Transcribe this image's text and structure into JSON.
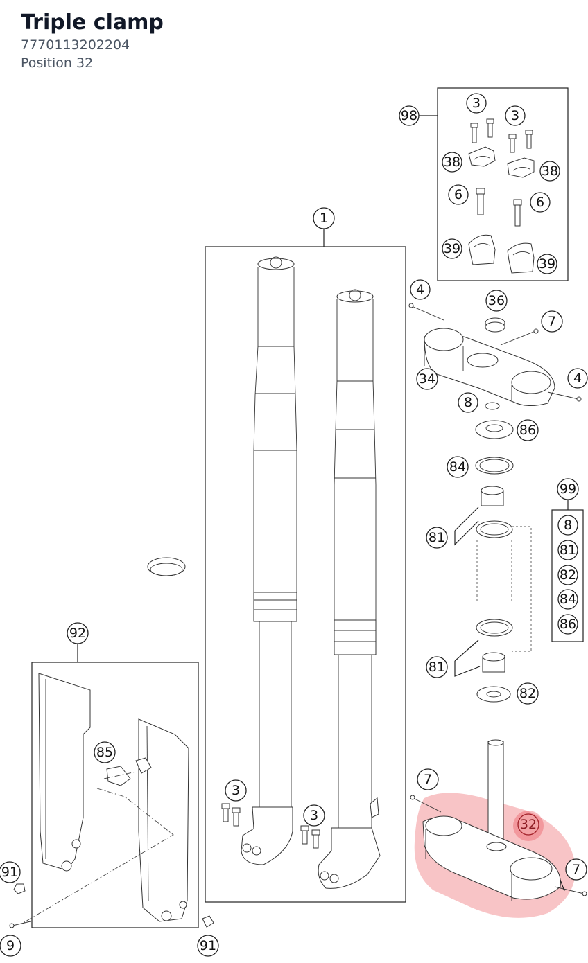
{
  "header": {
    "title": "Triple clamp",
    "part_number": "7770113202204",
    "position": "Position 32"
  },
  "highlight_color": "#e8474f",
  "callouts": {
    "c98": "98",
    "c3a": "3",
    "c3b": "3",
    "c38a": "38",
    "c38b": "38",
    "c6a": "6",
    "c6b": "6",
    "c39a": "39",
    "c39b": "39",
    "c1": "1",
    "c4a": "4",
    "c36": "36",
    "c7a": "7",
    "c34": "34",
    "c4b": "4",
    "c8": "8",
    "c86": "86",
    "c84": "84",
    "c99": "99",
    "k8": "8",
    "k81": "81",
    "k82": "82",
    "k84": "84",
    "k86": "86",
    "c81a": "81",
    "c81b": "81",
    "c82": "82",
    "c92": "92",
    "c85": "85",
    "c91a": "91",
    "c9": "9",
    "c91b": "91",
    "c3c": "3",
    "c3d": "3",
    "c7b": "7",
    "c32": "32",
    "c7c": "7"
  }
}
